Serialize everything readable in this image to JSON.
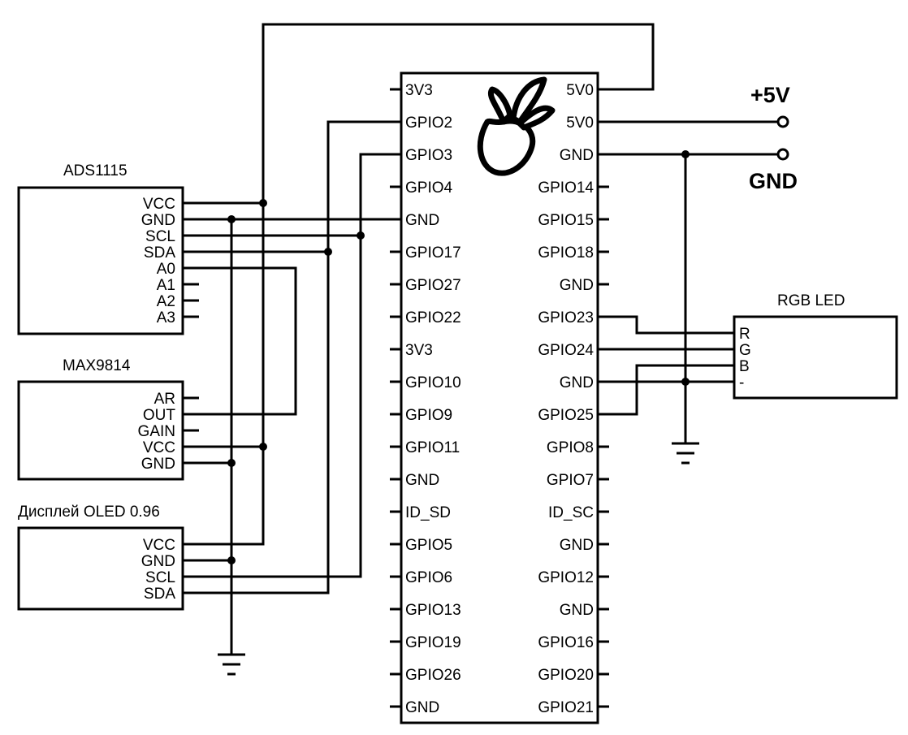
{
  "rpi": {
    "left_pins": [
      "3V3",
      "GPIO2",
      "GPIO3",
      "GPIO4",
      "GND",
      "GPIO17",
      "GPIO27",
      "GPIO22",
      "3V3",
      "GPIO10",
      "GPIO9",
      "GPIO11",
      "GND",
      "ID_SD",
      "GPIO5",
      "GPIO6",
      "GPIO13",
      "GPIO19",
      "GPIO26",
      "GND"
    ],
    "right_pins": [
      "5V0",
      "5V0",
      "GND",
      "GPIO14",
      "GPIO15",
      "GPIO18",
      "GND",
      "GPIO23",
      "GPIO24",
      "GND",
      "GPIO25",
      "GPIO8",
      "GPIO7",
      "ID_SC",
      "GND",
      "GPIO12",
      "GND",
      "GPIO16",
      "GPIO20",
      "GPIO21"
    ]
  },
  "ads1115": {
    "title": "ADS1115",
    "pins": [
      "VCC",
      "GND",
      "SCL",
      "SDA",
      "A0",
      "A1",
      "A2",
      "A3"
    ]
  },
  "max9814": {
    "title": "MAX9814",
    "pins": [
      "AR",
      "OUT",
      "GAIN",
      "VCC",
      "GND"
    ]
  },
  "oled": {
    "title": "Дисплей OLED 0.96",
    "pins": [
      "VCC",
      "GND",
      "SCL",
      "SDA"
    ]
  },
  "rgb_led": {
    "title": "RGB LED",
    "pins": [
      "R",
      "G",
      "B",
      "-"
    ]
  },
  "power": {
    "plus5v": "+5V",
    "gnd": "GND"
  }
}
